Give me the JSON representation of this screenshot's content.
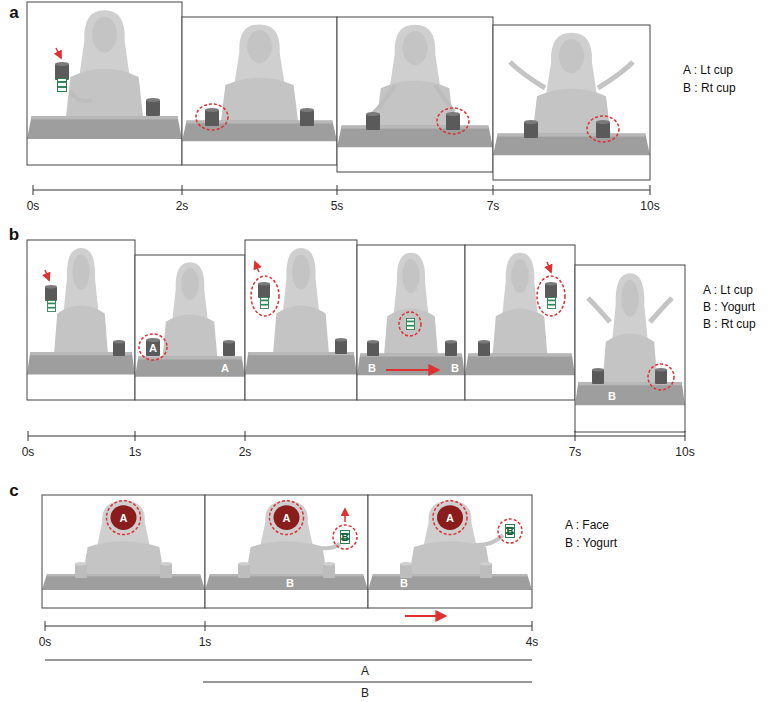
{
  "diagram": {
    "labels": [
      "a",
      "A : Lt cup",
      "B : Rt cup",
      "0s",
      "2s",
      "5s",
      "7s",
      "10s",
      "b",
      "A",
      "A",
      "B",
      "B",
      "B",
      "A : Lt cup",
      "B : Yogurt",
      "B : Rt cup",
      "0s",
      "1s",
      "2s",
      "7s",
      "10s",
      "c",
      "A",
      "A",
      "B",
      "B",
      "A",
      "B",
      "B",
      "A : Face",
      "B : Yogurt",
      "0s",
      "1s",
      "4s",
      "A",
      "B"
    ]
  }
}
